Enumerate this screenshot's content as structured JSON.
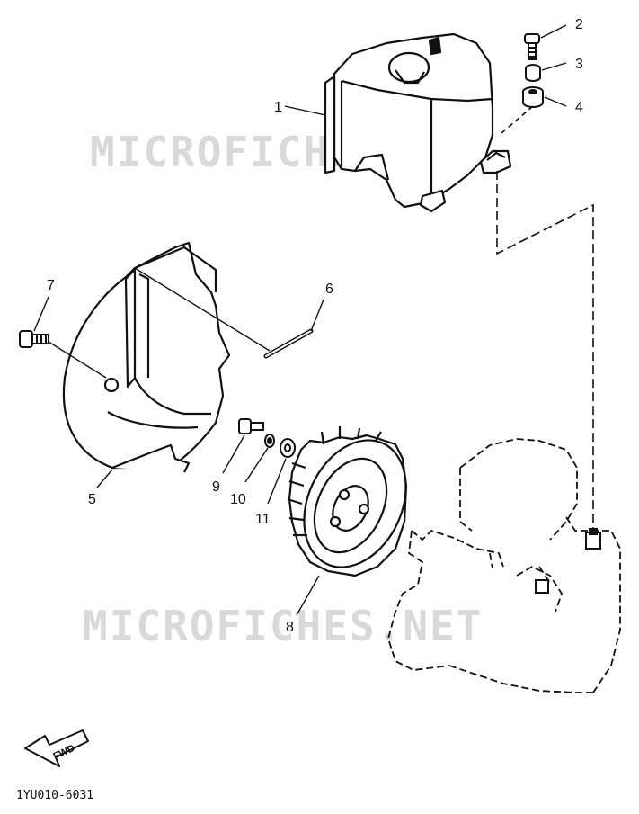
{
  "watermark": {
    "text_top": "MICROFICHES.NET",
    "text_bottom": "MICROFICHES.NET"
  },
  "callouts": [
    "1",
    "2",
    "3",
    "4",
    "5",
    "6",
    "7",
    "8",
    "9",
    "10",
    "11"
  ],
  "fwd_label": "FWD",
  "diagram_code": "1YU010-6031",
  "colors": {
    "line": "#111111",
    "watermark": "#d9d9d9",
    "background": "#ffffff"
  }
}
